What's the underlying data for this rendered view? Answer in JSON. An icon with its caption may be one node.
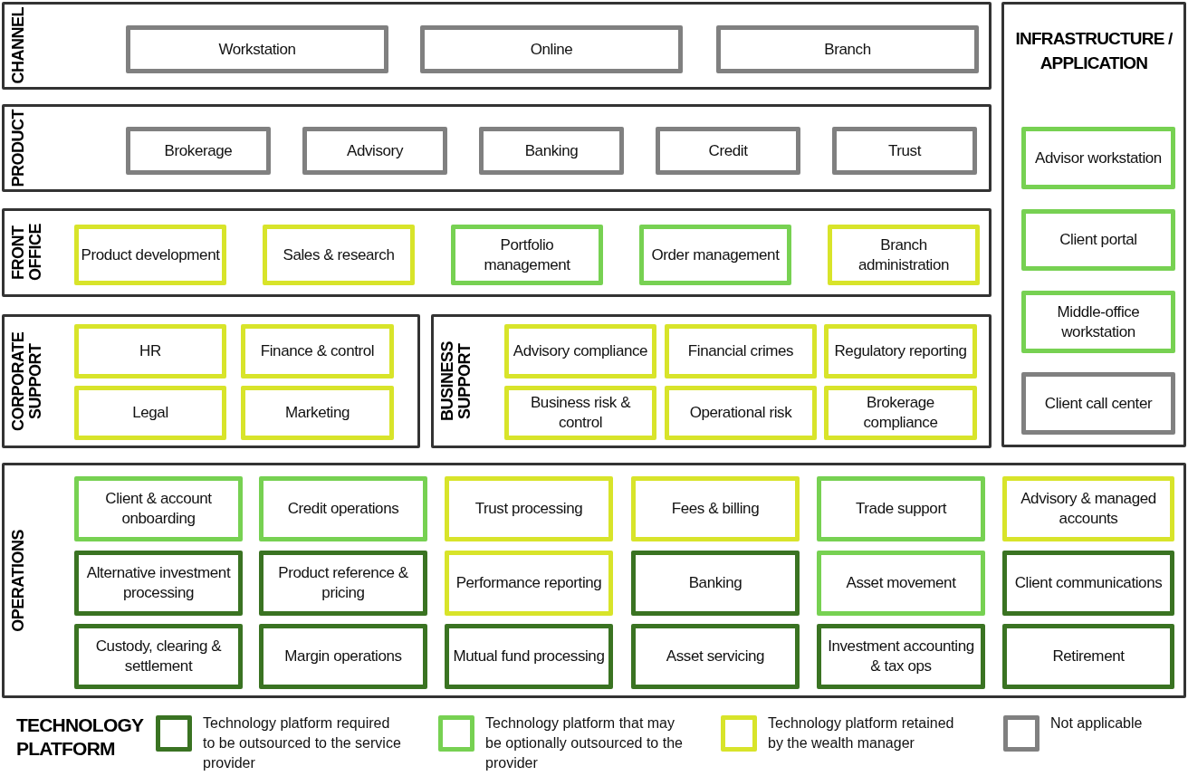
{
  "diagram": {
    "nodes": [
      {
        "text": [
          "CHANNEL"
        ]
      },
      {
        "text": [
          "Workstation"
        ],
        "in": 0
      },
      {
        "text": [
          "Online"
        ],
        "in": 0
      },
      {
        "text": [
          "Branch"
        ],
        "in": 0
      },
      {
        "text": [
          "PRODUCT"
        ]
      },
      {
        "text": [
          "Brokerage"
        ],
        "in": 4
      },
      {
        "text": [
          "Advisory"
        ],
        "in": 4
      },
      {
        "text": [
          "Banking"
        ],
        "in": 4
      },
      {
        "text": [
          "Credit"
        ],
        "in": 4
      },
      {
        "text": [
          "Trust"
        ],
        "in": 4
      },
      {
        "text": [
          "FRONT OFFICE"
        ]
      },
      {
        "text": [
          "Product development"
        ],
        "in": 10
      },
      {
        "text": [
          "Sales & research"
        ],
        "in": 10
      },
      {
        "text": [
          "Portfolio management"
        ],
        "in": 10
      },
      {
        "text": [
          "Order management"
        ],
        "in": 10
      },
      {
        "text": [
          "Branch administration"
        ],
        "in": 10
      },
      {
        "text": [
          "CORPORATE SUPPORT"
        ]
      },
      {
        "text": [
          "HR"
        ],
        "in": 16
      },
      {
        "text": [
          "Finance & control"
        ],
        "in": 16
      },
      {
        "text": [
          "Legal"
        ],
        "in": 16
      },
      {
        "text": [
          "Marketing"
        ],
        "in": 16
      },
      {
        "text": [
          "BUSINESS SUPPORT"
        ]
      },
      {
        "text": [
          "Advisory compliance"
        ],
        "in": 21
      },
      {
        "text": [
          "Financial crimes"
        ],
        "in": 21
      },
      {
        "text": [
          "Regulatory reporting"
        ],
        "in": 21
      },
      {
        "text": [
          "Business risk & control"
        ],
        "in": 21
      },
      {
        "text": [
          "Operational risk"
        ],
        "in": 21
      },
      {
        "text": [
          "Brokerage compliance"
        ],
        "in": 21
      },
      {
        "text": [
          "INFRASTRUCTURE / APPLICATION"
        ]
      },
      {
        "text": [
          "Advisor workstation"
        ],
        "in": 28
      },
      {
        "text": [
          "Client portal"
        ],
        "in": 28
      },
      {
        "text": [
          "Middle-office workstation"
        ],
        "in": 28
      },
      {
        "text": [
          "Client call center"
        ],
        "in": 28
      },
      {
        "text": [
          "OPERATIONS"
        ]
      },
      {
        "text": [
          "Client & account onboarding"
        ],
        "in": 33
      },
      {
        "text": [
          "Credit operations"
        ],
        "in": 33
      },
      {
        "text": [
          "Trust processing"
        ],
        "in": 33
      },
      {
        "text": [
          "Fees & billing"
        ],
        "in": 33
      },
      {
        "text": [
          "Trade support"
        ],
        "in": 33
      },
      {
        "text": [
          "Advisory & managed accounts"
        ],
        "in": 33
      },
      {
        "text": [
          "Alternative investment processing"
        ],
        "in": 33
      },
      {
        "text": [
          "Product reference & pricing"
        ],
        "in": 33
      },
      {
        "text": [
          "Performance reporting"
        ],
        "in": 33
      },
      {
        "text": [
          "Banking"
        ],
        "in": 33
      },
      {
        "text": [
          "Asset movement"
        ],
        "in": 33
      },
      {
        "text": [
          "Client communications"
        ],
        "in": 33
      },
      {
        "text": [
          "Custody, clearing & settlement"
        ],
        "in": 33
      },
      {
        "text": [
          "Margin operations"
        ],
        "in": 33
      },
      {
        "text": [
          "Mutual fund processing"
        ],
        "in": 33
      },
      {
        "text": [
          "Asset servicing"
        ],
        "in": 33
      },
      {
        "text": [
          "Investment accounting & tax ops"
        ],
        "in": 33
      },
      {
        "text": [
          "Retirement"
        ],
        "in": 33
      }
    ],
    "labels": [
      "TECHNOLOGY PLATFORM"
    ],
    "legend": [
      {
        "text": "Technology platform required to be outsourced to the service provider",
        "color": "#3a7322"
      },
      {
        "text": "Technology platform that may be optionally outsourced to the provider",
        "color": "#77d152"
      },
      {
        "text": "Technology platform retained by the wealth manager",
        "color": "#d8e42a"
      },
      {
        "text": "Not applicable",
        "color": "#808080"
      }
    ]
  }
}
